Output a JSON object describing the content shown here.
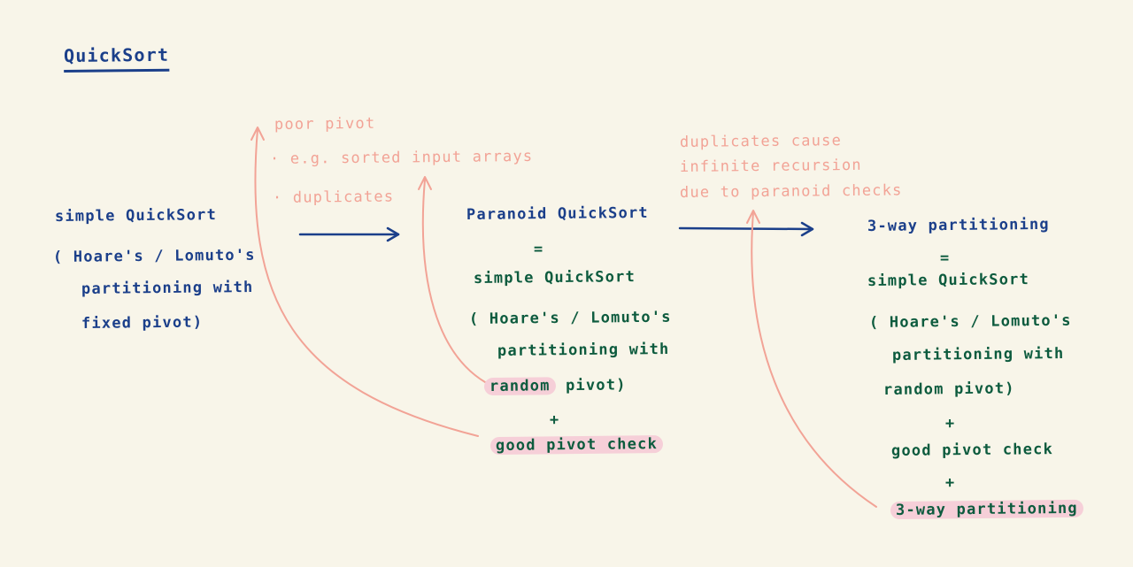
{
  "title": "QuickSort",
  "simple": {
    "heading": "simple QuickSort",
    "line1": "( Hoare's / Lomuto's",
    "line2": "partitioning with",
    "line3": "fixed pivot)"
  },
  "problems1": {
    "heading": "poor pivot",
    "bullet1": "· e.g. sorted input arrays",
    "bullet2": "· duplicates"
  },
  "paranoid": {
    "heading": "Paranoid QuickSort",
    "equals": "=",
    "base": "simple QuickSort",
    "line1": "( Hoare's / Lomuto's",
    "line2": "partitioning with",
    "line3_hl": "random",
    "line3_rest": "pivot)",
    "plus": "+",
    "extra": "good pivot check"
  },
  "problems2": {
    "line1": "duplicates cause",
    "line2": "infinite recursion",
    "line3": "due to paranoid checks"
  },
  "threeway": {
    "heading": "3-way partitioning",
    "equals": "=",
    "base": "simple QuickSort",
    "line1": "( Hoare's / Lomuto's",
    "line2": "partitioning with",
    "line3": "random pivot)",
    "plus1": "+",
    "extra1": "good pivot check",
    "plus2": "+",
    "extra2": "3-way partitioning"
  },
  "colors": {
    "navy": "#1b3f8a",
    "green": "#0d5b3e",
    "pink": "#f2a396",
    "highlight": "#f6cfd8",
    "background": "#f8f5e9"
  }
}
